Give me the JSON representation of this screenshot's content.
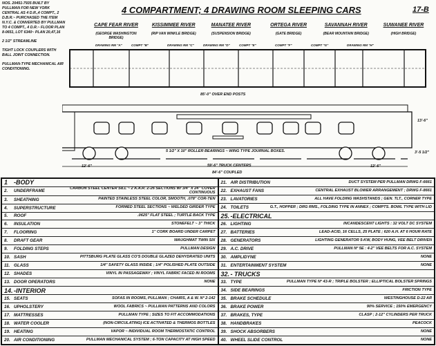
{
  "notes": [
    "NOS. 20451-7935 BUILT BY PULLMAN FOR NEW YORK CENTRAL AS 4 D.R.,4 COMPT., 2 D.B.R.~ PURCHASED THE ITEM N.Y.C. & CONVERTED BY PULLMAN TO 4 COMPT., 4 D.R.~ FLOOR PLAN 8-0651, LOT 6340~ PLAN 20,47,16",
    "2 1/2\" STREAMLINE",
    "TIGHT LOCK COUPLERS WITH BALL JOINT CONNECTION.",
    "PULLMAN-TYPE MECHANICAL AIR CONDITIONING."
  ],
  "title": "4 COMPARTMENT; 4 DRAWING ROOM SLEEPING CARS",
  "sheet": "17-B",
  "cars": [
    {
      "name": "CAPE FEAR RIVER",
      "sub": "(GEORGE WASHINGTON BRIDGE)"
    },
    {
      "name": "KISSIMMEE RIVER",
      "sub": "(RIP VAN WINKLE BRIDGE)"
    },
    {
      "name": "MANATEE RIVER",
      "sub": "(SUSPENSION BRIDGE)"
    },
    {
      "name": "ORTEGA RIVER",
      "sub": "(GATE BRIDGE)"
    },
    {
      "name": "SAVANNAH RIVER",
      "sub": "(BEAR MOUNTAIN BRIDGE)"
    },
    {
      "name": "SUWANEE RIVER",
      "sub": "(HIGH BRIDGE)"
    }
  ],
  "plan_labels": [
    "DRAWING RM \"A\"",
    "COMPT \"B\"",
    "DRAWING RM \"C\"",
    "DRAWING RM \"D\"",
    "COMPT \"E\"",
    "COMPT \"F\"",
    "COMPT \"G\"",
    "DRAWING RM \"H\""
  ],
  "dims": {
    "end_posts": "85'-0\" OVER END POSTS",
    "height": "13'-6\"",
    "rail": "3'-5 1/2\"",
    "truck_left": "12'-6\"",
    "truck_right": "12'-6\"",
    "truck_centers": "59'-6\" TRUCK CENTERS",
    "coupled": "84'-6\" COUPLED",
    "bearings": "5 1/2\" x 10\" ROLLER BEARINGS ~ WING TYPE JOURNAL BOXES."
  },
  "table": {
    "left": [
      {
        "no": "1",
        "label": "-BODY",
        "value": "",
        "head": true
      },
      {
        "no": "2.",
        "label": "UNDERFRAME",
        "value": "CARBON STEEL CENTER SILL ~ 2 A.A.R. Z-26 SECTIONS W/ 3/4\" x 24\" COVER CONTINUOUS"
      },
      {
        "no": "3.",
        "label": "SHEATHING",
        "value": "PAINTED STAINLESS STEEL COLOR, SMOOTH, .078\" COR-TEN"
      },
      {
        "no": "4.",
        "label": "SUPERSTRUCTURE",
        "value": "FORMED STEEL SECTIONS ~ WELDED GIRDER TYPE"
      },
      {
        "no": "5.",
        "label": "ROOF",
        "value": ".0625\" FLAT STEEL ; TURTLE BACK TYPE"
      },
      {
        "no": "6.",
        "label": "INSULATION",
        "value": "STONEFELT ~ 3\" THICK"
      },
      {
        "no": "7.",
        "label": "FLOORING",
        "value": "1\" CORK BOARD UNDER CARPET"
      },
      {
        "no": "8.",
        "label": "DRAFT GEAR",
        "value": "WAUGHMAT TWIN SIX"
      },
      {
        "no": "9.",
        "label": "FOLDING STEPS",
        "value": "PULLMAN DESIGN"
      },
      {
        "no": "10.",
        "label": "SASH",
        "value": "PITTSBURG PLATE GLASS CO'S DOUBLE GLAZED DEHYDRATED UNITS"
      },
      {
        "no": "11.",
        "label": "GLASS",
        "value": "1/4\" SAFETY GLASS INSIDE ; 1/4\" POLISHED PLATE OUTSIDE"
      },
      {
        "no": "12.",
        "label": "SHADES",
        "value": "VINYL IN PASSAGEWAY ; VINYL FABRIC FACED IN ROOMS"
      },
      {
        "no": "13.",
        "label": "DOOR OPERATORS",
        "value": "NONE"
      },
      {
        "no": "14.",
        "label": "-INTERIOR",
        "value": "",
        "head": true
      },
      {
        "no": "15.",
        "label": "SEATS",
        "value": "SOFAS IN ROOMS, PULLMAN ; CHAIRS, A & W. Nº 2-142"
      },
      {
        "no": "16.",
        "label": "UPHOLSTERY",
        "value": "WOOL FABRICS ~ PULLMAN PATTERNS AND COLORS"
      },
      {
        "no": "17.",
        "label": "MATTRESSES",
        "value": "PULLMAN TYPE ; SIZES TO FIT ACCOMMODATIONS"
      },
      {
        "no": "18.",
        "label": "WATER COOLER",
        "value": "(NON-CIRCULATING) ICE ACTIVATED & THERMOS BOTTLES"
      },
      {
        "no": "19.",
        "label": "HEATING",
        "value": "VAPOR ~ INDIVIDUAL ROOM THERMOSTATIC CONTROL"
      },
      {
        "no": "20.",
        "label": "AIR CONDITIONING",
        "value": "PULLMAN MECHANICAL SYSTEM ; 6-TON CAPACITY AT HIGH SPEED"
      }
    ],
    "right": [
      {
        "no": "21.",
        "label": "AIR DISTRIBUTION",
        "value": "DUCT SYSTEM PER PULLMAN DRWG F-6661"
      },
      {
        "no": "22.",
        "label": "EXHAUST FANS",
        "value": "CENTRAL EXHAUST BLOWER ARRANGEMENT ; DRWG F-8661"
      },
      {
        "no": "23.",
        "label": "LAVATORIES",
        "value": "ALL HAVE FOLDING WASHSTANDS ; GEN. TLT., CORNER TYPE"
      },
      {
        "no": "24.",
        "label": "TOILETS",
        "value": "G.T., HOPPER ; DRG RMS., FOLDING TYPE IN ANNEX ; COMPTS. BOWL TYPE WITH LID"
      },
      {
        "no": "25.",
        "label": "-ELECTRICAL",
        "value": "",
        "head": true
      },
      {
        "no": "26.",
        "label": "LIGHTING",
        "value": "INCANDESCENT LIGHTS : 32 VOLT DC SYSTEM"
      },
      {
        "no": "27.",
        "label": "BATTERIES",
        "value": "LEAD-ACID, 16 CELLS, 25 PLATE ; 620 A.H. AT 6 HOUR RATE"
      },
      {
        "no": "28.",
        "label": "GENERATORS",
        "value": "LIGHTING GENERATOR 5-KW, BODY HUNG, VEE BELT DRIVEN"
      },
      {
        "no": "29.",
        "label": "A.C. DRIVE",
        "value": "PULLMAN Nº 5E : 4-2\" VEE BELTS FOR A.C. SYSTEM"
      },
      {
        "no": "30.",
        "label": "AMPLIDYNE",
        "value": "NONE"
      },
      {
        "no": "31.",
        "label": "ENTERTAINMENT SYSTEM",
        "value": "NONE"
      },
      {
        "no": "32.",
        "label": "- TRUCKS",
        "value": "",
        "head": true
      },
      {
        "no": "33.",
        "label": "TYPE",
        "value": "PULLMAN TYPE Nº 43-R ; TRIPLE BOLSTER ; ELLIPTICAL BOLSTER SPRINGS"
      },
      {
        "no": "34.",
        "label": "SIDE BEARINGS",
        "value": "FRICTION TYPE"
      },
      {
        "no": "35.",
        "label": "BRAKE SCHEDULE",
        "value": "WESTINGHOUSE D-22 AR"
      },
      {
        "no": "36.",
        "label": "BRAKE POWER",
        "value": "90% SERVICE ; 150% EMERGENCY"
      },
      {
        "no": "37.",
        "label": "BRAKES, TYPE",
        "value": "CLASP ; 2-12\" CYLINDERS PER TRUCK"
      },
      {
        "no": "38.",
        "label": "HANDBRAKES",
        "value": "PEACOCK"
      },
      {
        "no": "39.",
        "label": "SHOCK ABSORBERS",
        "value": "NONE"
      },
      {
        "no": "40.",
        "label": "WHEEL SLIDE CONTROL",
        "value": "NONE"
      }
    ]
  }
}
